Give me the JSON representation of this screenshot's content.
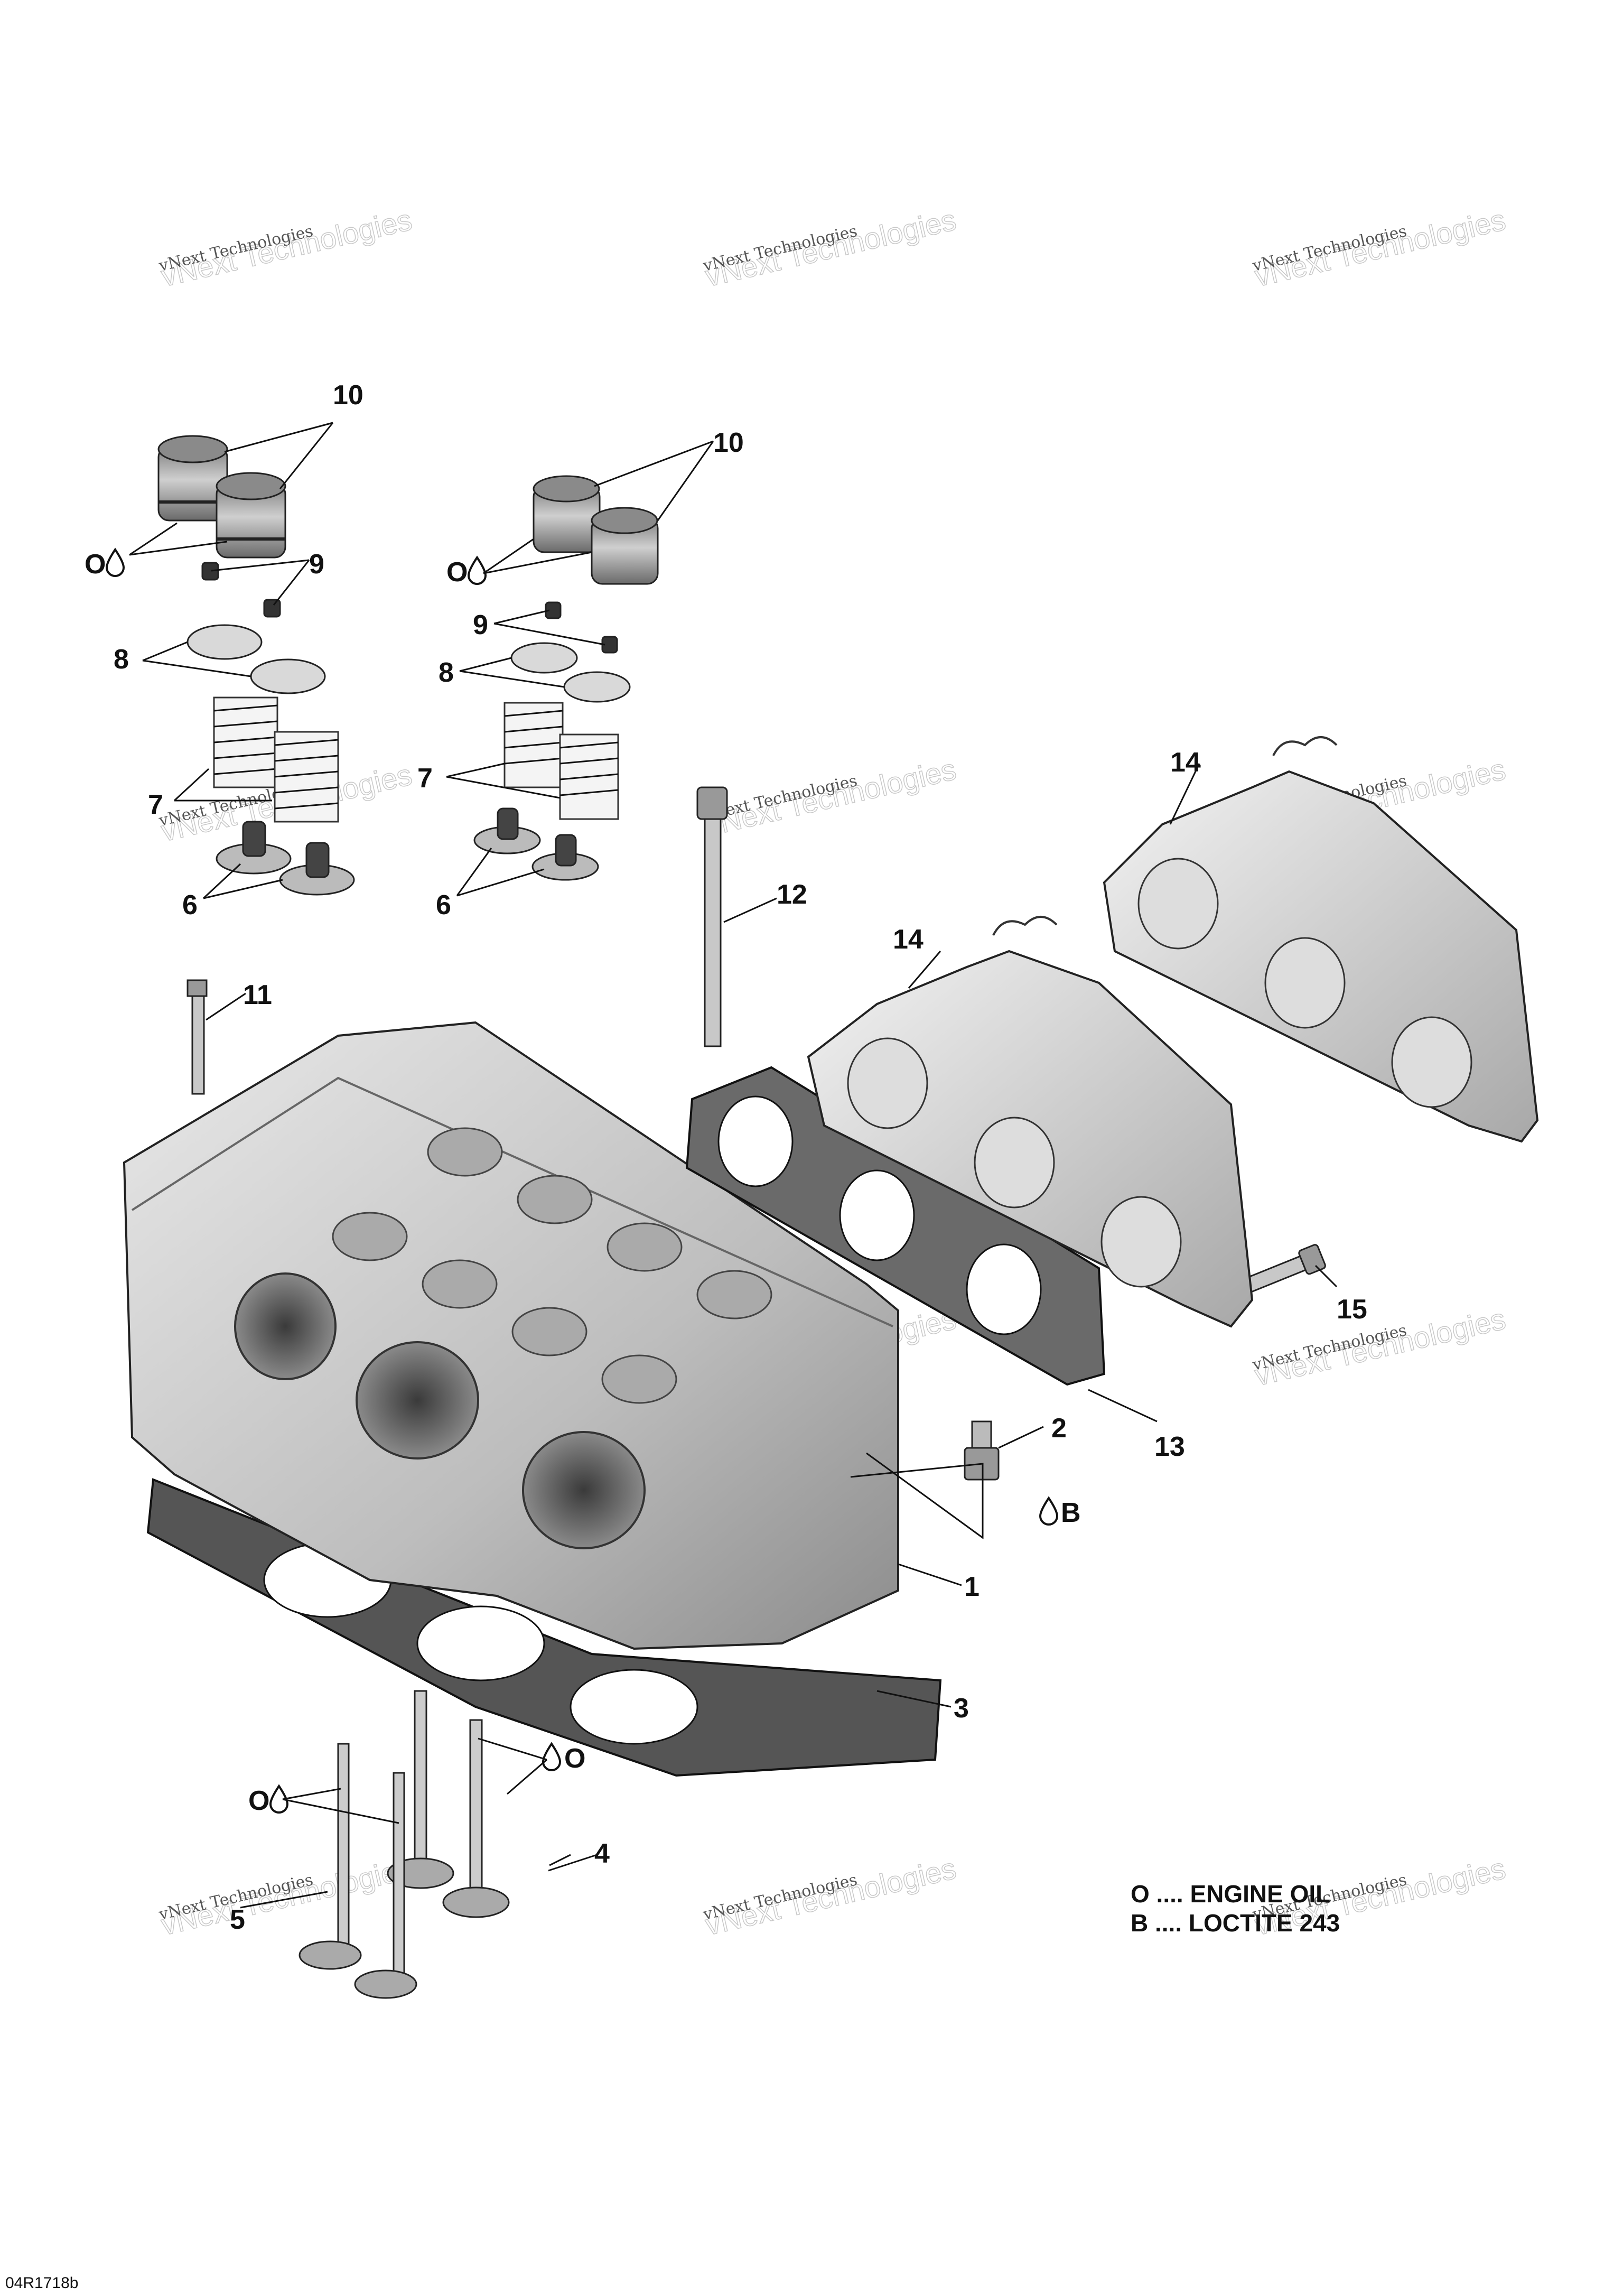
{
  "callouts": {
    "c1": "1",
    "c2": "2",
    "c3": "3",
    "c4": "4",
    "c5": "5",
    "c6a": "6",
    "c6b": "6",
    "c7a": "7",
    "c7b": "7",
    "c8a": "8",
    "c8b": "8",
    "c9a": "9",
    "c9b": "9",
    "c10a": "10",
    "c10b": "10",
    "c11": "11",
    "c12": "12",
    "c13": "13",
    "c14a": "14",
    "c14b": "14",
    "c15": "15"
  },
  "symbols": {
    "oil_a": "O",
    "oil_b": "O",
    "oil_c": "O",
    "oil_d": "O",
    "loctite": "B"
  },
  "legend": {
    "oil_line": "O .... ENGINE OIL",
    "loctite_line": "B .... LOCTITE 243"
  },
  "watermark": {
    "line1": "vNext Technologies",
    "line2": "vNext Technologies"
  },
  "drawing_code": "04R1718b"
}
